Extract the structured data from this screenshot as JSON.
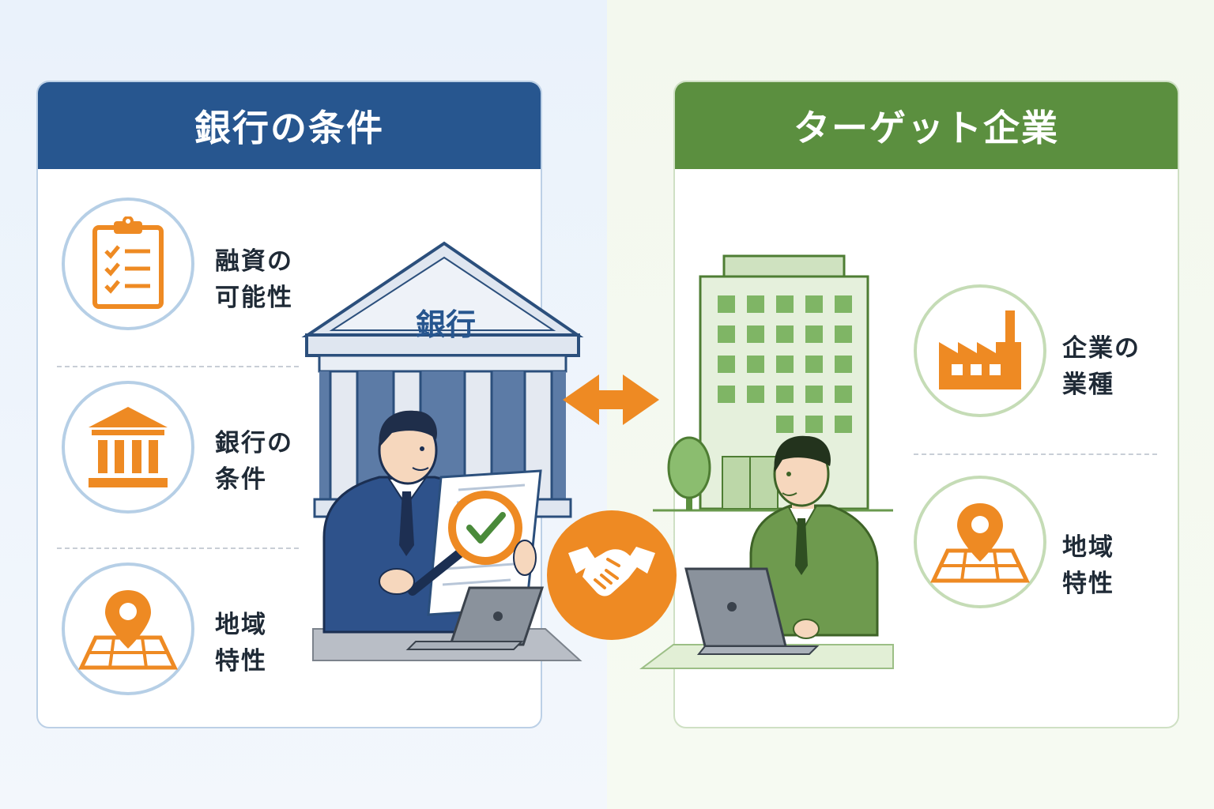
{
  "left_panel": {
    "title": "銀行の条件",
    "items": [
      {
        "label": "融資の\n可能性",
        "icon": "clipboard-checklist-icon"
      },
      {
        "label": "銀行の\n条件",
        "icon": "bank-icon"
      },
      {
        "label": "地域\n特性",
        "icon": "map-pin-icon"
      }
    ]
  },
  "right_panel": {
    "title": "ターゲット企業",
    "items": [
      {
        "label": "企業の\n業種",
        "icon": "factory-icon"
      },
      {
        "label": "地域\n特性",
        "icon": "map-pin-icon"
      }
    ]
  },
  "scene": {
    "bank_sign": "銀行"
  },
  "colors": {
    "bank_blue": "#27568f",
    "company_green": "#5b8f3f",
    "accent_orange": "#ee8a23"
  }
}
